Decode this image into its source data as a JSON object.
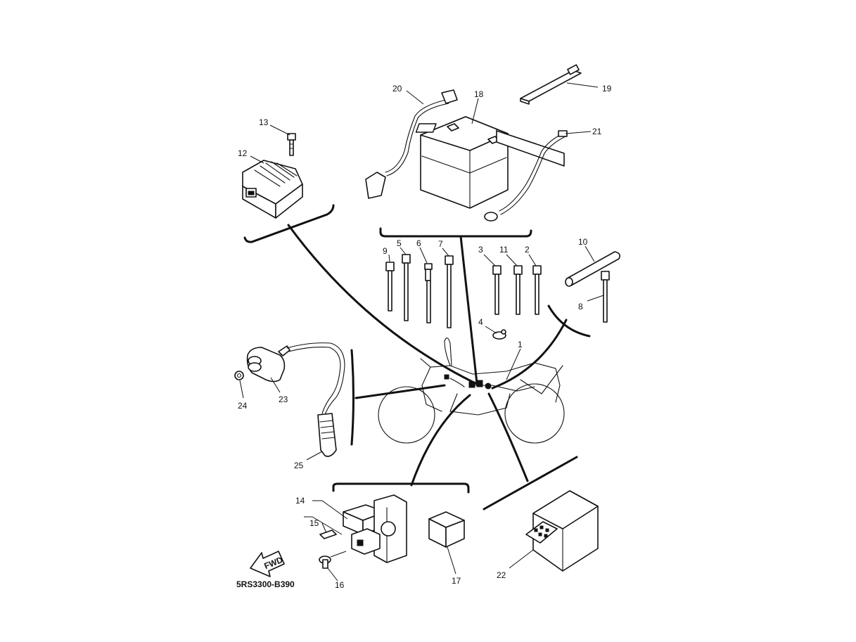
{
  "diagram": {
    "code": "5RS3300-B390",
    "fwd_label": "FWD",
    "callouts": {
      "1": "1",
      "2": "2",
      "3": "3",
      "4": "4",
      "5": "5",
      "6": "6",
      "7": "7",
      "8": "8",
      "9": "9",
      "10": "10",
      "11": "11",
      "12": "12",
      "13": "13",
      "14": "14",
      "15": "15",
      "16": "16",
      "17": "17",
      "18": "18",
      "19": "19",
      "20": "20",
      "21": "21",
      "22": "22",
      "23": "23",
      "24": "24",
      "25": "25"
    }
  }
}
